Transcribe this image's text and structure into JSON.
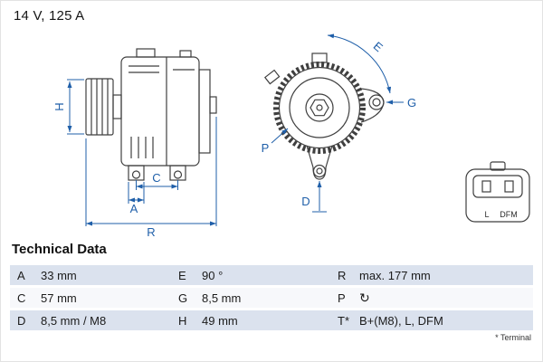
{
  "spec": "14 V, 125 A",
  "drawing": {
    "labels": {
      "h": "H",
      "a": "A",
      "c": "C",
      "r": "R",
      "e": "E",
      "g": "G",
      "p": "P",
      "d": "D"
    },
    "connector": {
      "terminal_l": "L",
      "terminal_dfm": "DFM"
    },
    "dimension_color": "#1f5fa9"
  },
  "table": {
    "title": "Technical Data",
    "rows": [
      {
        "k1": "A",
        "v1": "33 mm",
        "k2": "E",
        "v2": "90 °",
        "k3": "R",
        "v3": "max. 177 mm"
      },
      {
        "k1": "C",
        "v1": "57 mm",
        "k2": "G",
        "v2": "8,5 mm",
        "k3": "P",
        "v3": "↻"
      },
      {
        "k1": "D",
        "v1": "8,5 mm / M8",
        "k2": "H",
        "v2": "49 mm",
        "k3": "T*",
        "v3": "B+(M8), L, DFM"
      }
    ],
    "footnote": "* Terminal"
  }
}
